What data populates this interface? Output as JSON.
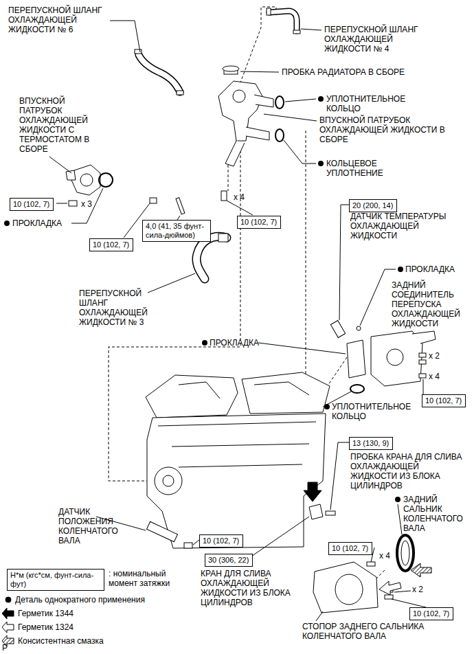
{
  "diagram": {
    "nodes": [
      {
        "text": [
          "10 (102, 7)"
        ]
      },
      {
        "text": [
          "4,0 (41, 35 фунт-сила-дюймов)"
        ]
      },
      {
        "text": [
          "10 (102, 7)"
        ]
      },
      {
        "text": [
          "20 (200, 14)"
        ]
      },
      {
        "text": [
          "10 (102, 7)"
        ]
      },
      {
        "text": [
          "10 (102, 7)"
        ]
      },
      {
        "text": [
          "13 (130, 9)"
        ]
      },
      {
        "text": [
          "10 (102, 7)"
        ]
      },
      {
        "text": [
          "30 (306, 22)"
        ]
      },
      {
        "text": [
          "Н*м (кгс*см, фунт-сила-фут)"
        ]
      },
      {
        "text": [
          "10 (102, 7)"
        ]
      },
      {
        "text": [
          "10 (102, 7)"
        ]
      }
    ],
    "labels": [
      "ПЕРЕПУСКНОЙ ШЛАНГ ОХЛАЖДАЮЩЕЙ ЖИДКОСТИ № 6",
      "ПЕРЕПУСКНОЙ ШЛАНГ ОХЛАЖДАЮЩЕЙ ЖИДКОСТИ № 4",
      "ПРОБКА РАДИАТОРА В СБОРЕ",
      "УПЛОТНИТЕЛЬНОЕ КОЛЬЦО",
      "ВПУСКНОЙ ПАТРУБОК ОХЛАЖДАЮЩЕЙ ЖИДКОСТИ В СБОРЕ",
      "КОЛЬЦЕВОЕ УПЛОТНЕНИЕ",
      "ВПУСКНОЙ ПАТРУБОК ОХЛАЖДАЮЩЕЙ ЖИДКОСТИ С ТЕРМОСТАТОМ В СБОРЕ",
      "x 3",
      "ПРОКЛАДКА",
      "x 4",
      "ДАТЧИК ТЕМПЕРАТУРЫ ОХЛАЖДАЮЩЕЙ ЖИДКОСТИ",
      "ПРОКЛАДКА",
      "ЗАДНИЙ СОЕДИНИТЕЛЬ ПЕРЕПУСКА ОХЛАЖДАЮЩЕЙ ЖИДКОСТИ",
      "ПЕРЕПУСКНОЙ ШЛАНГ ОХЛАЖДАЮЩЕЙ ЖИДКОСТИ № 3",
      "ПРОКЛАДКА",
      "x 2",
      "x 4",
      "УПЛОТНИТЕЛЬНОЕ КОЛЬЦО",
      "ПРОБКА КРАНА ДЛЯ СЛИВА ОХЛАЖДАЮЩЕЙ ЖИДКОСТИ ИЗ БЛОКА ЦИЛИНДРОВ",
      "ЗАДНИЙ САЛЬНИК КОЛЕНЧАТОГО ВАЛА",
      "ДАТЧИК ПОЛОЖЕНИЯ КОЛЕНЧАТОГО ВАЛА",
      ": номинальный момент затяжки",
      "КРАН ДЛЯ СЛИВА ОХЛАЖДАЮЩЕЙ ЖИДКОСТИ ИЗ БЛОКА ЦИЛИНДРОВ",
      "x 4",
      "x 2",
      "СТОПОР ЗАДНЕГО САЛЬНИКА КОЛЕНЧАТОГО ВАЛА",
      "P"
    ],
    "legend": [
      {
        "text": "Деталь однократного применения"
      },
      {
        "text": "Герметик 1344"
      },
      {
        "text": "Герметик 1324"
      },
      {
        "text": "Консистентная смазка"
      }
    ]
  }
}
